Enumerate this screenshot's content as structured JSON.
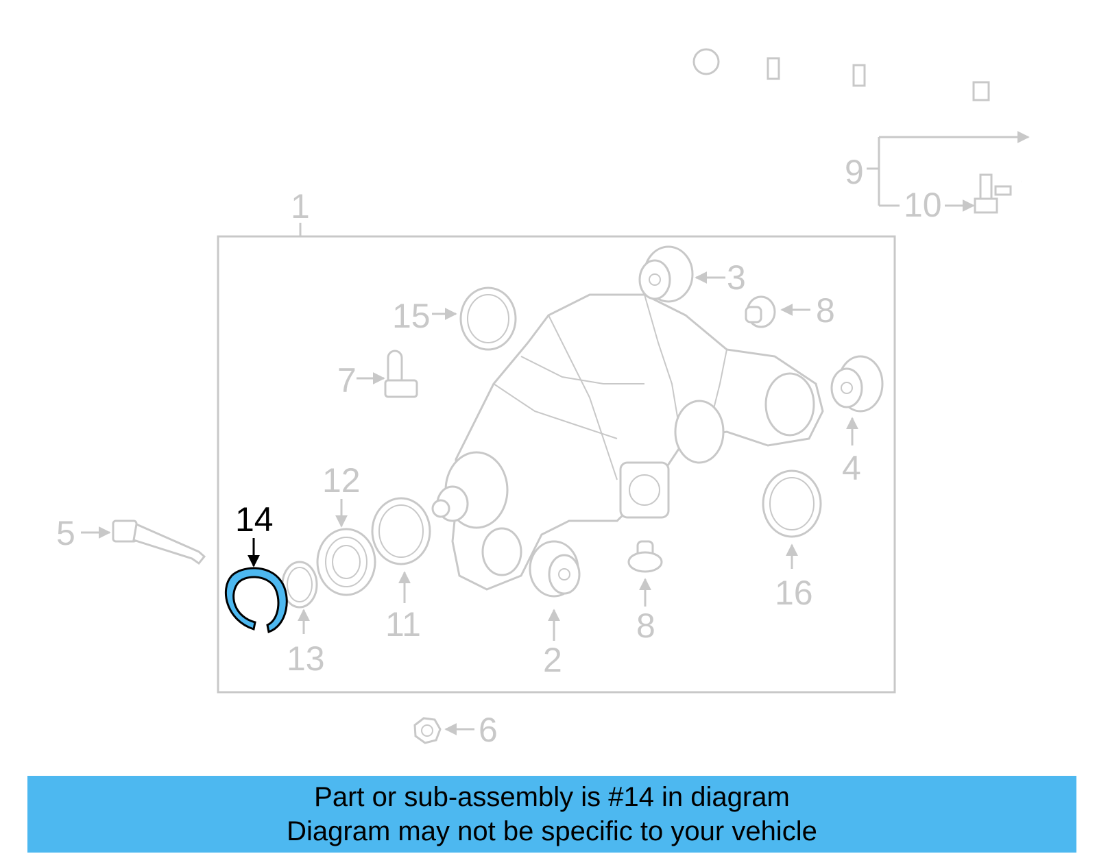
{
  "diagram": {
    "highlighted_part": "14",
    "callouts": {
      "c1": "1",
      "c2": "2",
      "c3": "3",
      "c4": "4",
      "c5": "5",
      "c6": "6",
      "c7": "7",
      "c8a": "8",
      "c8b": "8",
      "c9": "9",
      "c10": "10",
      "c11": "11",
      "c12": "12",
      "c13": "13",
      "c14": "14",
      "c15": "15",
      "c16": "16"
    }
  },
  "caption": {
    "line1": "Part or sub-assembly is #14 in diagram",
    "line2": "Diagram may not be specific to your vehicle"
  },
  "colors": {
    "highlight": "#4db8f0",
    "caption_bg": "#4db8f0",
    "line": "#c8c8c8"
  }
}
